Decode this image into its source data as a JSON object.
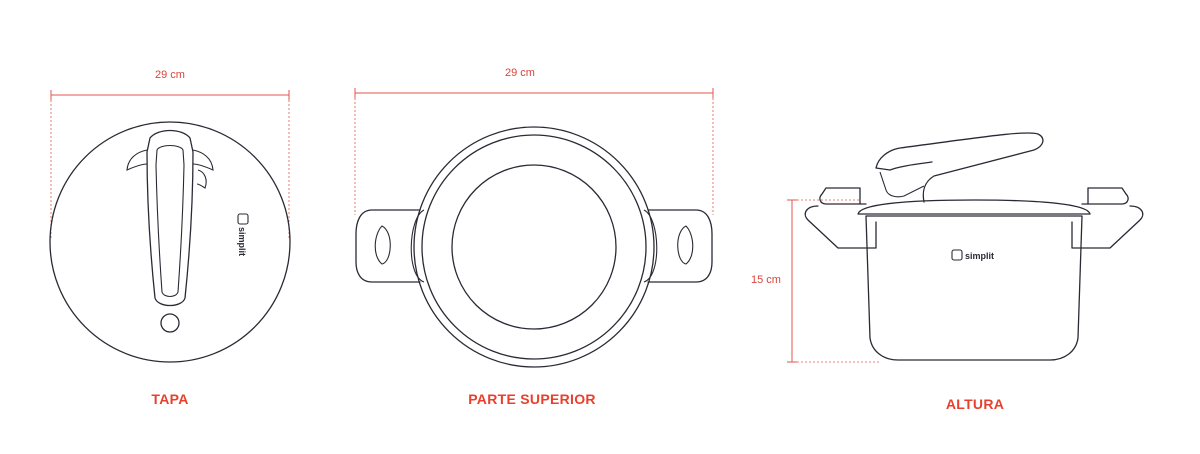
{
  "views": {
    "lid": {
      "caption": "TAPA",
      "width_label": "29 cm",
      "brand": "simplit"
    },
    "top": {
      "caption": "PARTE SUPERIOR",
      "width_label": "29 cm"
    },
    "side": {
      "caption": "ALTURA",
      "height_label": "15 cm",
      "brand": "simplit"
    }
  },
  "colors": {
    "accent": "#e8402e",
    "outline": "#2a2a35"
  }
}
